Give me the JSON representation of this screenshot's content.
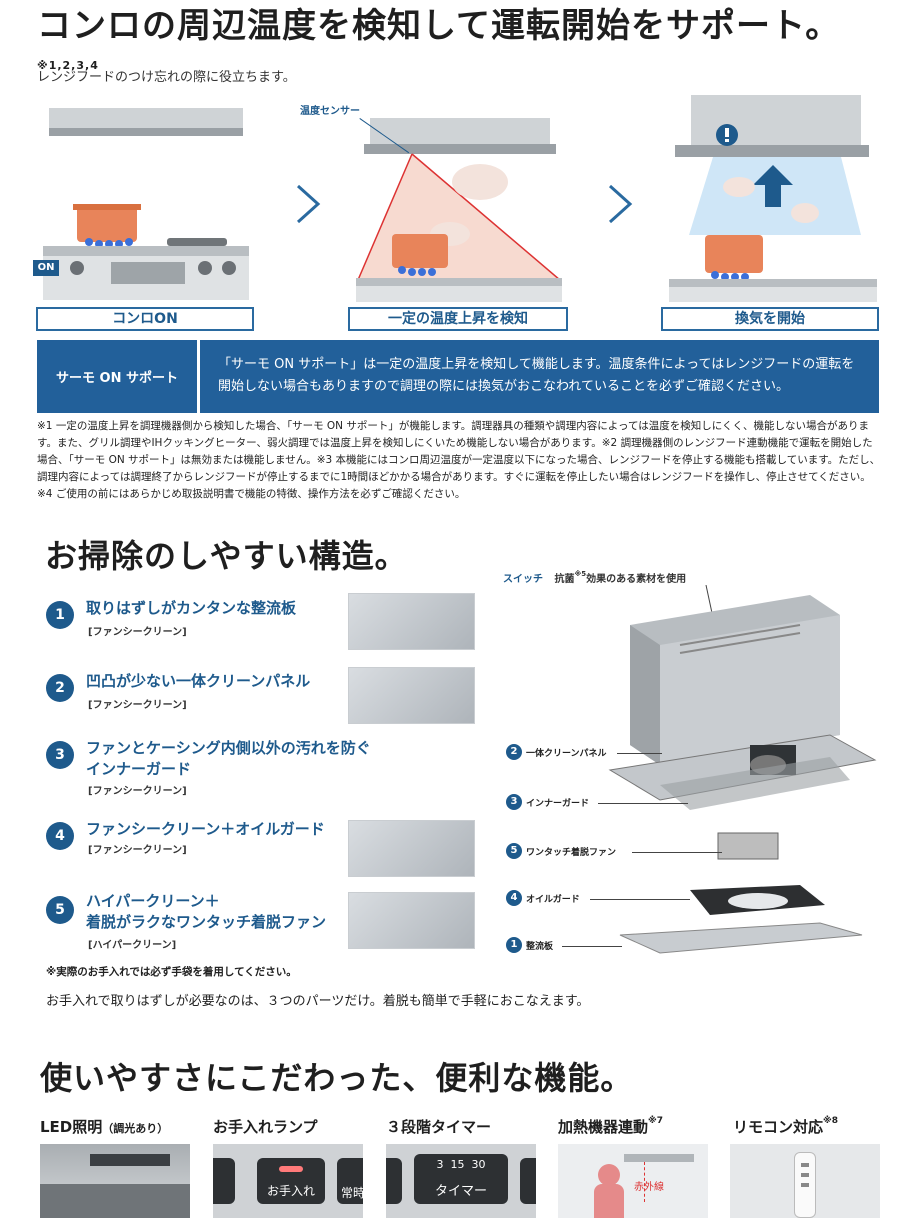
{
  "section1": {
    "title": "コンロの周辺温度を検知して運転開始をサポート。",
    "title_sup": "※1,2,3,4",
    "subtitle": "レンジフードのつけ忘れの際に役立ちます。",
    "sensor_label": "温度センサー",
    "on_badge": "ON",
    "steps": [
      "コンロON",
      "一定の温度上昇を検知",
      "換気を開始"
    ],
    "box_label": "サーモ ON サポート",
    "box_text": "「サーモ ON サポート」は一定の温度上昇を検知して機能します。温度条件によってはレンジフードの運転を開始しない場合もありますので調理の際には換気がおこなわれていることを必ずご確認ください。",
    "notes": "※1 一定の温度上昇を調理機器側から検知した場合、「サーモ ON サポート」が機能します。調理器具の種類や調理内容によっては温度を検知しにくく、機能しない場合があります。また、グリル調理やIHクッキングヒーター、弱火調理では温度上昇を検知しにくいため機能しない場合があります。※2 調理機器側のレンジフード連動機能で運転を開始した場合、「サーモ ON サポート」は無効または機能しません。※3 本機能にはコンロ周辺温度が一定温度以下になった場合、レンジフードを停止する機能も搭載しています。ただし、調理内容によっては調理終了からレンジフードが停止するまでに1時間ほどかかる場合があります。すぐに運転を停止したい場合はレンジフードを操作し、停止させてください。※4 ご使用の前にはあらかじめ取扱説明書で機能の特徴、操作方法を必ずご確認ください。"
  },
  "section2": {
    "title": "お掃除のしやすい構造。",
    "features": [
      {
        "num": "1",
        "title": "取りはずしがカンタンな整流板",
        "sub": "[ファンシークリーン]"
      },
      {
        "num": "2",
        "title": "凹凸が少ない一体クリーンパネル",
        "sub": "[ファンシークリーン]"
      },
      {
        "num": "3",
        "title": "ファンとケーシング内側以外の汚れを防ぐ\nインナーガード",
        "sub": "[ファンシークリーン]"
      },
      {
        "num": "4",
        "title": "ファンシークリーン＋オイルガード",
        "sub": "[ファンシークリーン]"
      },
      {
        "num": "5",
        "title": "ハイパークリーン＋\n着脱がラクなワンタッチ着脱ファン",
        "sub": "[ハイパークリーン]"
      }
    ],
    "diagram": {
      "switch_label": "スイッチ",
      "antibac_label": "抗菌",
      "antibac_sup": "※5",
      "antibac_rest": "効果のある素材を使用",
      "parts": [
        {
          "num": "2",
          "label": "一体クリーンパネル"
        },
        {
          "num": "3",
          "label": "インナーガード"
        },
        {
          "num": "5",
          "label": "ワンタッチ着脱ファン"
        },
        {
          "num": "4",
          "label": "オイルガード"
        },
        {
          "num": "1",
          "label": "整流板"
        }
      ]
    },
    "glove_note": "※実際のお手入れでは必ず手袋を着用してください。",
    "summary": "お手入れで取りはずしが必要なのは、３つのパーツだけ。着脱も簡単で手軽におこなえます。"
  },
  "section3": {
    "title": "使いやすさにこだわった、便利な機能。",
    "features": [
      {
        "label": "LED照明",
        "small": "（調光あり）",
        "sup": ""
      },
      {
        "label": "お手入れランプ",
        "small": "",
        "sup": ""
      },
      {
        "label": "３段階タイマー",
        "small": "",
        "sup": ""
      },
      {
        "label": "加熱機器連動",
        "small": "",
        "sup": "※7"
      },
      {
        "label": "リモコン対応",
        "small": "",
        "sup": "※8"
      }
    ],
    "lamp_text": "お手入れ",
    "lamp_side": "常時",
    "timer_nums": "3  15  30",
    "timer_text": "タイマー",
    "infrared_label": "赤外線"
  },
  "colors": {
    "brand_blue": "#1e5a8c",
    "box_blue": "#22609a"
  }
}
